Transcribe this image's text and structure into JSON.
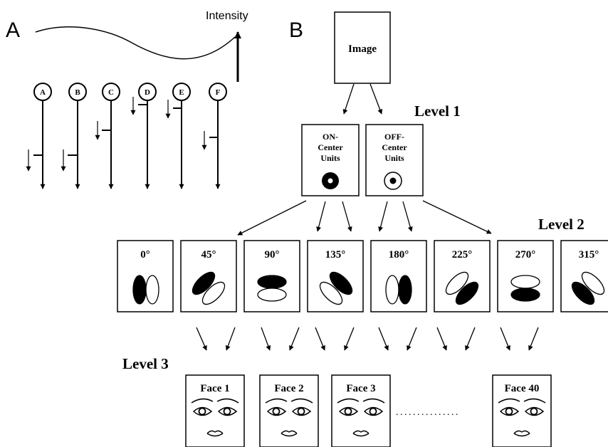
{
  "panel_a": {
    "label": "A",
    "intensity_label": "Intensity",
    "neurons": [
      "A",
      "B",
      "C",
      "D",
      "E",
      "F"
    ]
  },
  "panel_b": {
    "label": "B",
    "image_label": "Image",
    "level1_label": "Level 1",
    "level2_label": "Level 2",
    "level3_label": "Level 3",
    "on_center": [
      "ON-",
      "Center",
      "Units"
    ],
    "off_center": [
      "OFF-",
      "Center",
      "Units"
    ],
    "orientations": [
      "0°",
      "45°",
      "90°",
      "135°",
      "180°",
      "225°",
      "270°",
      "315°"
    ],
    "faces": [
      "Face 1",
      "Face 2",
      "Face 3",
      "Face 40"
    ],
    "ellipsis": "..............."
  }
}
